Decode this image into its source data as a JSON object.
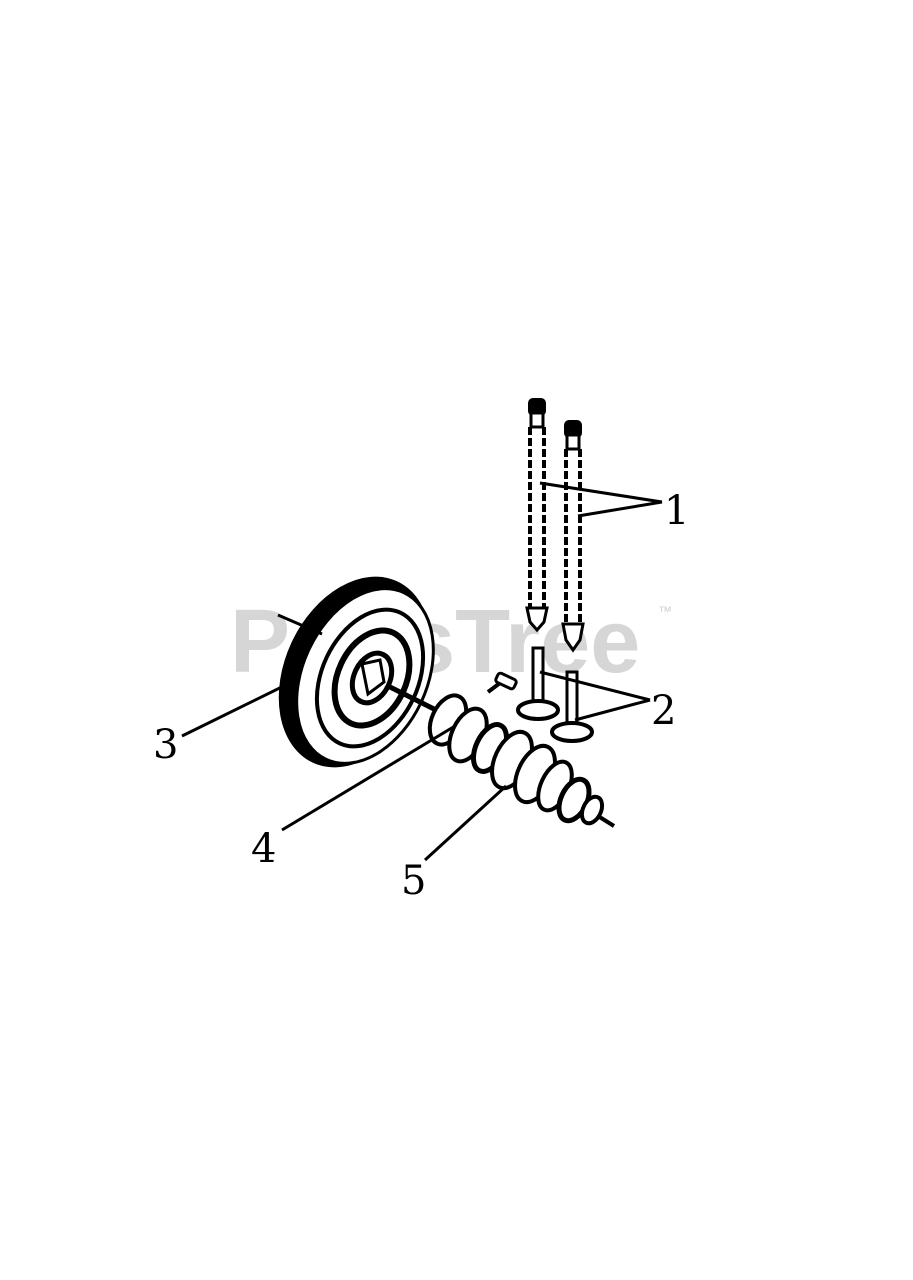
{
  "watermark": {
    "text": "PartsTree",
    "trademark": "™"
  },
  "callouts": [
    {
      "id": "1",
      "label": "1"
    },
    {
      "id": "2",
      "label": "2"
    },
    {
      "id": "3",
      "label": "3"
    },
    {
      "id": "4",
      "label": "4"
    },
    {
      "id": "5",
      "label": "5"
    }
  ]
}
